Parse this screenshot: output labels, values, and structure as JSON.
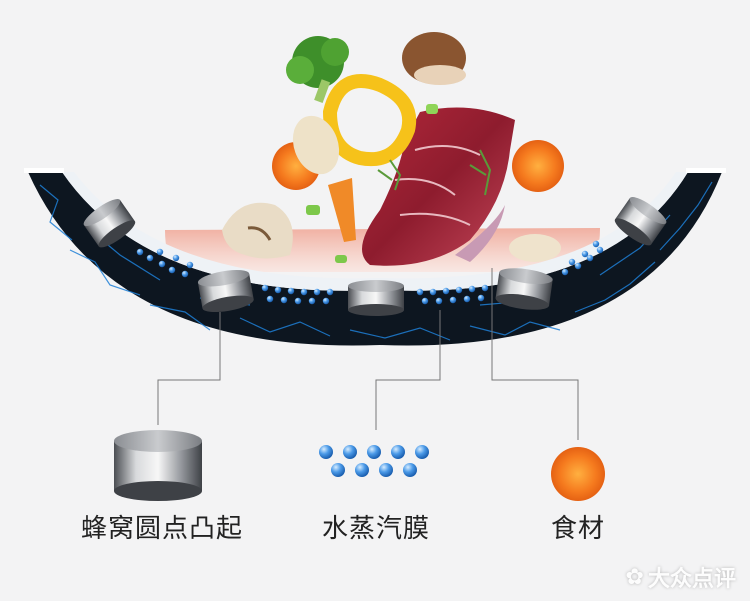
{
  "labels": {
    "boss": "蜂窝圆点凸起",
    "steam": "水蒸汽膜",
    "food": "食材"
  },
  "watermark": "大众点评",
  "colors": {
    "background": "#f3f3f4",
    "pan_dark": "#0d1620",
    "mesh_blue": "#1e7fd6",
    "steam_blue": "#3d8ee0",
    "food_orange": "#f07020",
    "heat_glow": "#f5b8a8"
  },
  "icons": [
    "cylinder-boss-icon",
    "steam-droplets-icon",
    "carrot-slice-icon",
    "food-pile-illustration"
  ]
}
